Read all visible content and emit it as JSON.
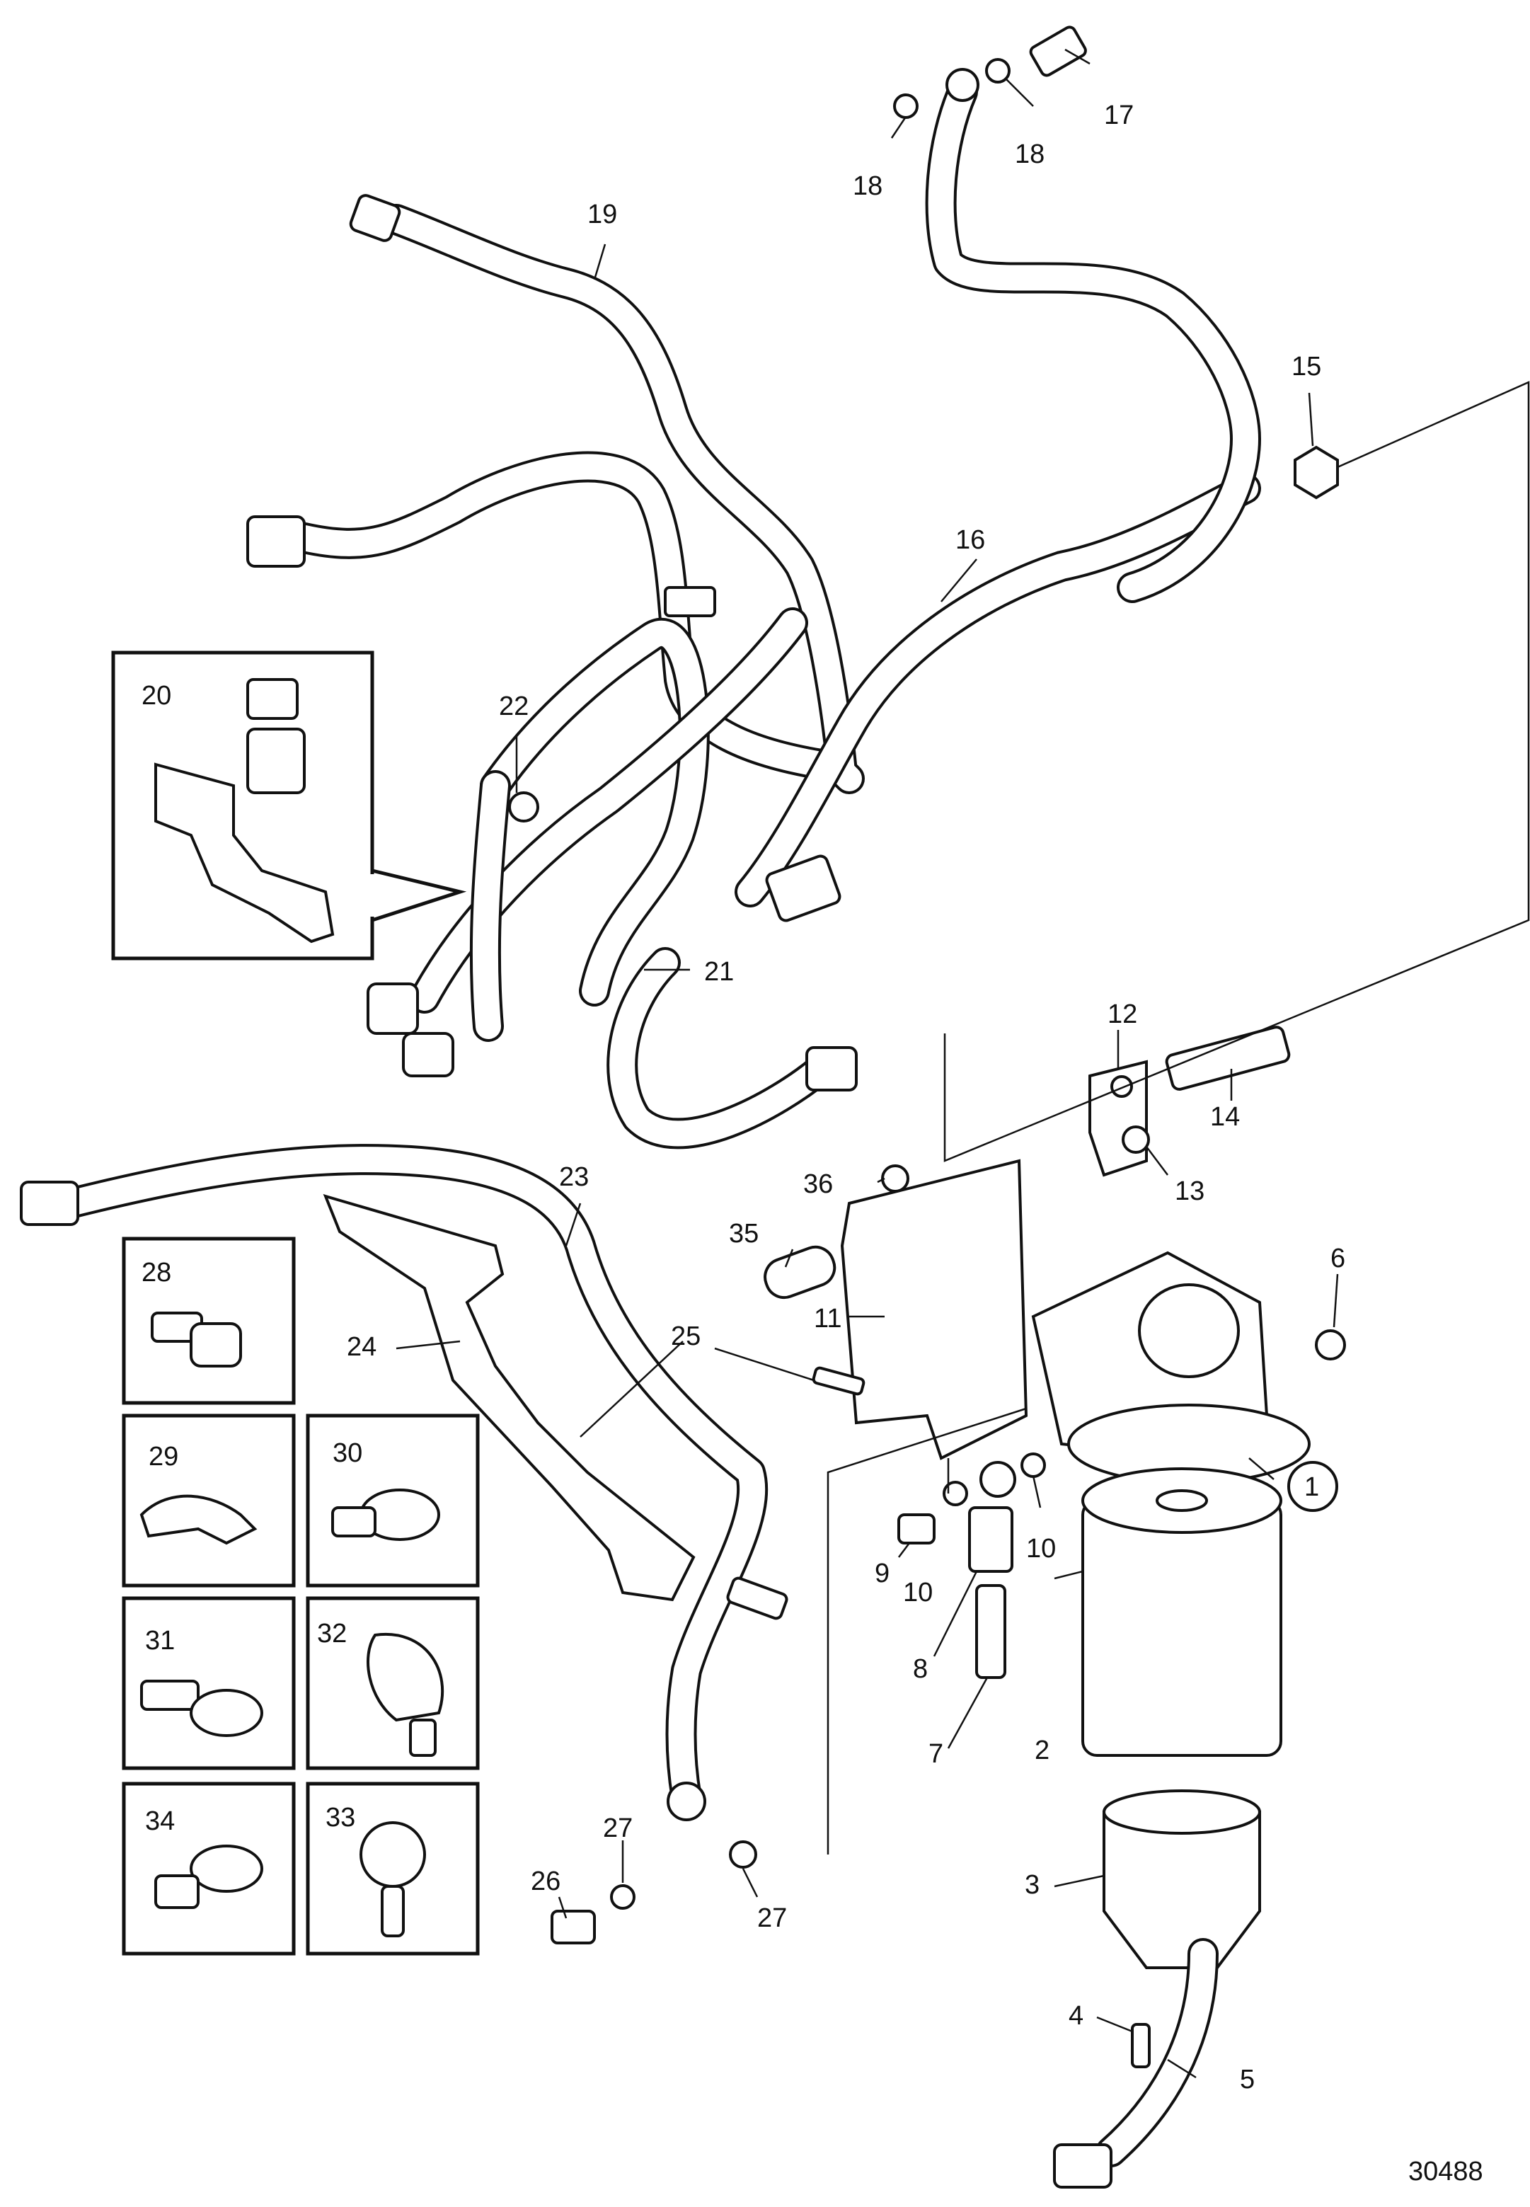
{
  "drawing_number": "30488",
  "callouts": {
    "c1": "1",
    "c2": "2",
    "c3": "3",
    "c4": "4",
    "c5": "5",
    "c6": "6",
    "c7": "7",
    "c8": "8",
    "c9": "9",
    "c10a": "10",
    "c10b": "10",
    "c11": "11",
    "c12": "12",
    "c13": "13",
    "c14": "14",
    "c15": "15",
    "c16": "16",
    "c17": "17",
    "c18a": "18",
    "c18b": "18",
    "c19": "19",
    "c20": "20",
    "c21": "21",
    "c22": "22",
    "c23": "23",
    "c24": "24",
    "c25": "25",
    "c26": "26",
    "c27a": "27",
    "c27b": "27",
    "c28": "28",
    "c29": "29",
    "c30": "30",
    "c31": "31",
    "c32": "32",
    "c33": "33",
    "c34": "34",
    "c35": "35",
    "c36": "36"
  }
}
